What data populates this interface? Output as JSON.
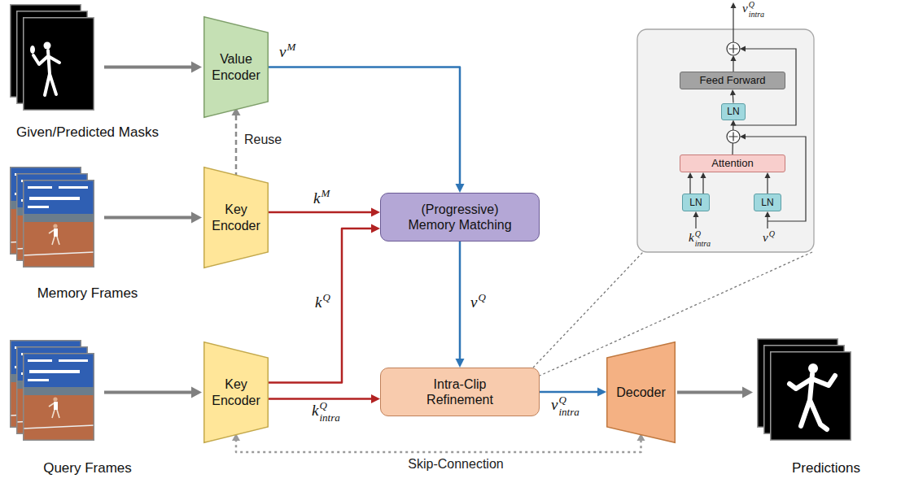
{
  "diagram": {
    "nodes": [
      {
        "text": [
          "Given/Predicted Masks"
        ]
      },
      {
        "text": [
          "Value Encoder"
        ]
      },
      {
        "text": [
          "Memory Frames"
        ]
      },
      {
        "text": [
          "Key Encoder"
        ]
      },
      {
        "text": [
          "(Progressive) Memory Matching"
        ]
      },
      {
        "text": [
          "Query Frames"
        ]
      },
      {
        "text": [
          "Key Encoder"
        ]
      },
      {
        "text": [
          "Intra-Clip Refinement"
        ]
      },
      {
        "text": [
          "Decoder"
        ]
      },
      {
        "text": [
          "Predictions"
        ]
      },
      {
        "text": [
          "Feed Forward"
        ]
      },
      {
        "text": [
          "LN"
        ]
      },
      {
        "text": [
          "Attention"
        ]
      },
      {
        "text": [
          "LN"
        ]
      },
      {
        "text": [
          "LN"
        ]
      }
    ],
    "edges": [
      {
        "from": 0,
        "to": 1,
        "arrow": "to"
      },
      {
        "from": 2,
        "to": 3,
        "arrow": "to"
      },
      {
        "from": 3,
        "to": 1,
        "arrow": "to",
        "label": "Reuse"
      },
      {
        "from": 1,
        "to": 4,
        "arrow": "to",
        "label": "v"
      },
      {
        "from": 3,
        "to": 4,
        "arrow": "to",
        "label": "k"
      },
      {
        "from": 5,
        "to": 6,
        "arrow": "to"
      },
      {
        "from": 6,
        "to": 4,
        "arrow": "to",
        "label": "k"
      },
      {
        "from": 6,
        "to": 7,
        "arrow": "to",
        "label": "k"
      },
      {
        "from": 4,
        "to": 7,
        "arrow": "to",
        "label": "v"
      },
      {
        "from": 7,
        "to": 8,
        "arrow": "to",
        "label": "v"
      },
      {
        "from": 8,
        "to": 9,
        "arrow": "to"
      },
      {
        "from": 6,
        "to": 8,
        "arrow": "both",
        "label": "Skip-Connection"
      },
      {
        "from": 13,
        "to": 12,
        "arrow": "to"
      },
      {
        "from": 14,
        "to": 12,
        "arrow": "to"
      },
      {
        "from": 12,
        "to": 11,
        "arrow": "to"
      },
      {
        "from": 11,
        "to": 10,
        "arrow": "to"
      }
    ],
    "labels": [
      "M",
      "M",
      "Q",
      "Q",
      "intra",
      "Q",
      "Q",
      "intra",
      "v",
      "Q",
      "intra",
      "k",
      "Q",
      "intra",
      "v",
      "Q"
    ]
  }
}
